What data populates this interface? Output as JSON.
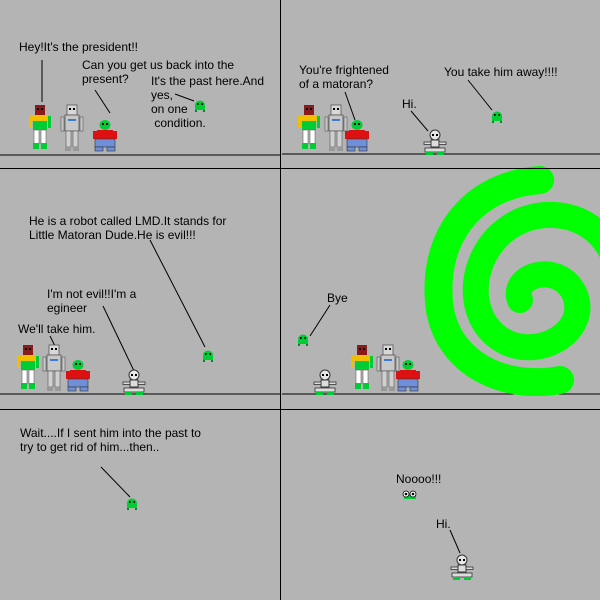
{
  "panels": [
    {
      "texts": {
        "president_line": "Hey!It's the president!!",
        "question_line": "Can you get us back into the\npresent?",
        "answer_line": "It's the past here.And\nyes,\non one\n condition."
      }
    },
    {
      "texts": {
        "frightened_line": "You're frightened\nof a matoran?",
        "hi_line": "Hi.",
        "take_him_line": "You take him away!!!!"
      }
    },
    {
      "texts": {
        "robot_line": "He is a robot called LMD.It stands for\nLittle Matoran Dude.He is evil!!!",
        "not_evil_line": "I'm not evil!!I'm a\negineer",
        "take_line": "We'll take him."
      }
    },
    {
      "texts": {
        "bye_line": "Bye"
      }
    },
    {
      "texts": {
        "wait_line": "Wait....If I sent him into the past to\ntry to get rid of him...then.."
      }
    },
    {
      "texts": {
        "noooo_line": "Noooo!!!",
        "hi_line": "Hi."
      }
    }
  ],
  "colors": {
    "background": "#b4b4b4",
    "border": "#000000",
    "portal": "#00ff00",
    "matoran_green": "#00cc33",
    "robot_gray": "#e0e0e0"
  }
}
